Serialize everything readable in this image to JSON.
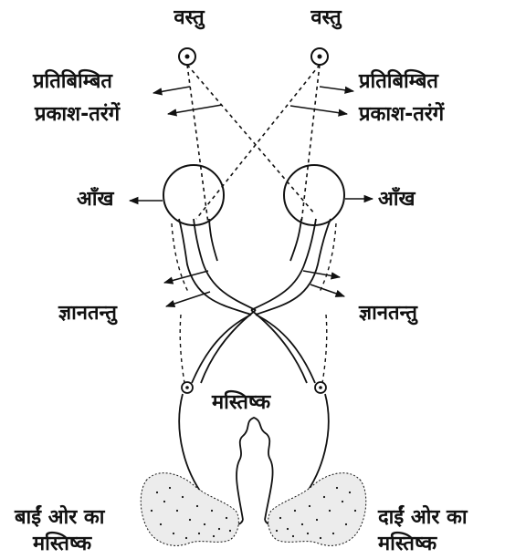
{
  "labels": {
    "object_left": "वस्तु",
    "object_right": "वस्तु",
    "reflected_light_left": [
      "प्रतिबिम्बित",
      "प्रकाश-तरंगें"
    ],
    "reflected_light_right": [
      "प्रतिबिम्बित",
      "प्रकाश-तरंगें"
    ],
    "eye_left": "आँख",
    "eye_right": "आँख",
    "nerve_left": "ज्ञानतन्तु",
    "nerve_right": "ज्ञानतन्तु",
    "brain": "मस्तिष्क",
    "left_brain": [
      "बाईं ओर का",
      "मस्तिष्क"
    ],
    "right_brain": [
      "दाईं ओर का",
      "मस्तिष्क"
    ]
  },
  "colors": {
    "ink": "#111111",
    "background": "#ffffff"
  }
}
